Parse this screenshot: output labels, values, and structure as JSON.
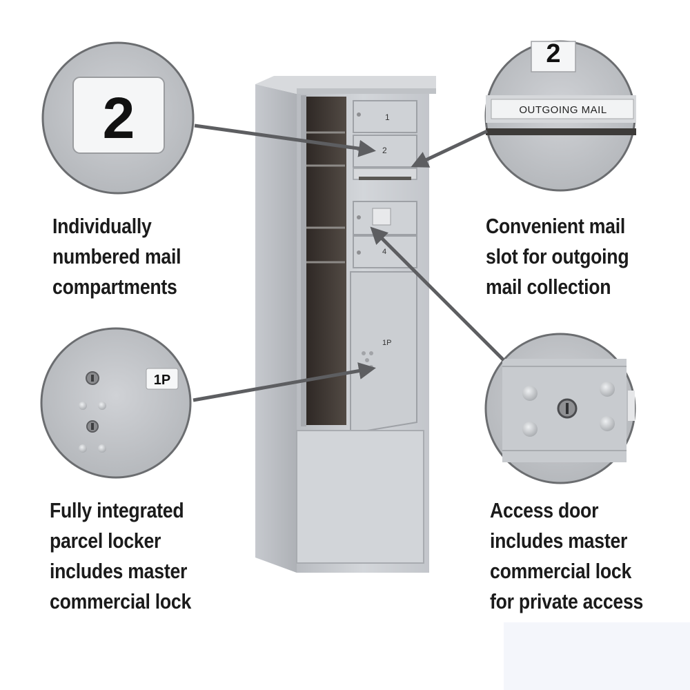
{
  "captions": {
    "top_left": [
      "Individually",
      "numbered mail",
      "compartments"
    ],
    "top_right": [
      "Convenient mail",
      "slot for outgoing",
      "mail collection"
    ],
    "bottom_left": [
      "Fully integrated",
      "parcel locker",
      "includes master",
      "commercial lock"
    ],
    "bottom_right": [
      "Access door",
      "includes master",
      "commercial lock",
      "for private access"
    ]
  },
  "zoom_labels": {
    "number_plate": "2",
    "outgoing_number": "2",
    "outgoing_mail": "OUTGOING MAIL",
    "parcel_tag": "1P"
  },
  "cabinet_labels": {
    "door_1": "1",
    "door_2": "2",
    "door_parcel": "1P",
    "door_4": "4"
  },
  "colors": {
    "cabinet": "#c9ccd1",
    "cabinet_dark": "#a9adb3",
    "interior": "#3a3430",
    "arrow": "#5f6063",
    "circle_fill": "#c3c5c9",
    "circle_ring": "#6e7073"
  }
}
